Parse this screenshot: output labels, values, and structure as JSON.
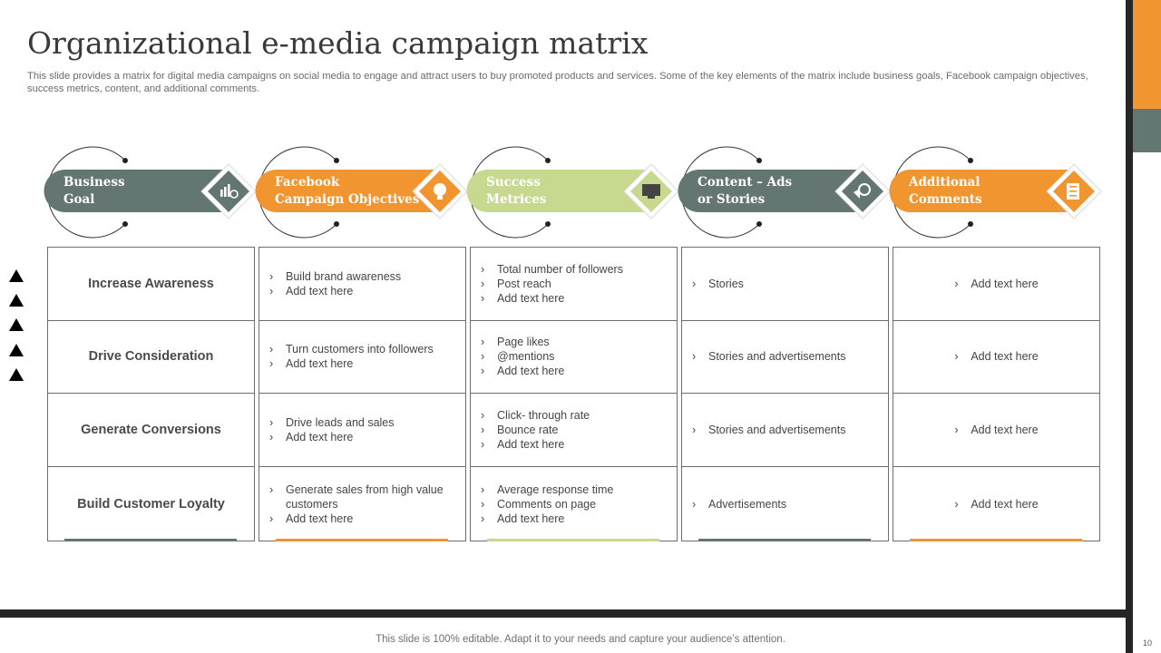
{
  "title": "Organizational e-media campaign matrix",
  "description": "This slide provides a matrix for digital media campaigns on social media to engage and attract users to buy promoted products and services. Some of the key elements of the matrix include business goals, Facebook campaign objectives, success metrics, content, and additional comments.",
  "colors": {
    "dark": "#647671",
    "orange": "#f0952f",
    "green": "#c7d98f",
    "bar": "#262626"
  },
  "headers": [
    {
      "label": "Business\nGoal",
      "icon": "chart-target-icon",
      "color": "#647671"
    },
    {
      "label": "Facebook\nCampaign Objectives",
      "icon": "idea-lightbulb-icon",
      "color": "#f0952f"
    },
    {
      "label": "Success\nMetrices",
      "icon": "monitor-analytics-icon",
      "color": "#c7d98f"
    },
    {
      "label": "Content – Ads\nor Stories",
      "icon": "megaphone-magnifier-icon",
      "color": "#647671"
    },
    {
      "label": "Additional\nComments",
      "icon": "document-checklist-icon",
      "color": "#f0952f"
    }
  ],
  "goals": [
    "Increase Awareness",
    "Drive Consideration",
    "Generate Conversions",
    "Build Customer Loyalty"
  ],
  "objectives": [
    [
      "Build brand awareness",
      "Add text here"
    ],
    [
      "Turn customers into followers",
      "Add text here"
    ],
    [
      " Drive leads and sales",
      "Add text here"
    ],
    [
      "Generate sales from high value customers",
      "Add text here"
    ]
  ],
  "metrics": [
    [
      "Total number of followers",
      "Post reach",
      "Add text here"
    ],
    [
      "Page likes",
      "@mentions",
      "Add text here"
    ],
    [
      " Click- through rate",
      " Bounce rate",
      "Add text here"
    ],
    [
      "Average response time",
      "Comments on page",
      "Add text here"
    ]
  ],
  "content": [
    [
      "Stories"
    ],
    [
      "Stories and advertisements"
    ],
    [
      " Stories and advertisements"
    ],
    [
      "Advertisements"
    ]
  ],
  "comments": [
    [
      "Add text here"
    ],
    [
      "Add text here"
    ],
    [
      "Add text here"
    ],
    [
      "Add text here"
    ]
  ],
  "footer": "This slide is 100% editable. Adapt it to your needs and capture your audience’s attention.",
  "page_number": "10"
}
